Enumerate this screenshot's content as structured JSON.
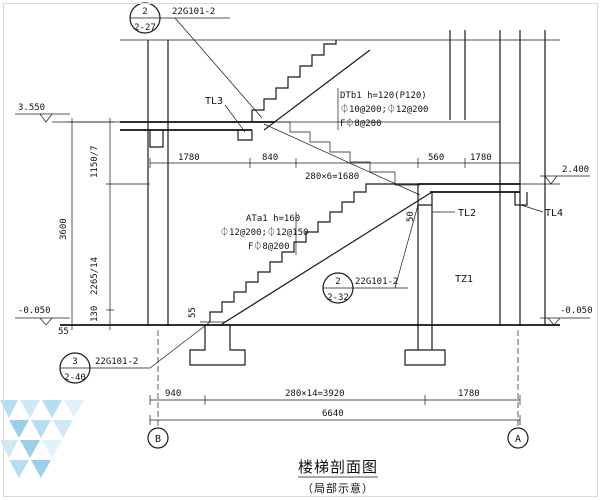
{
  "title": "楼梯剖面图",
  "subtitle": "（局部示意）",
  "axes": {
    "left": "B",
    "right": "A"
  },
  "levels": {
    "top": "3.550",
    "mid": "2.400",
    "bottom_left": "-0.050",
    "bottom_right": "-0.050"
  },
  "detail_refs": [
    {
      "num": "2",
      "sheet": "2-27",
      "code": "22G101-2"
    },
    {
      "num": "2",
      "sheet": "2-32",
      "code": "22G101-2"
    },
    {
      "num": "3",
      "sheet": "2-40",
      "code": "22G101-2"
    }
  ],
  "beams": {
    "tl3": "TL3",
    "tl2": "TL2",
    "tl4": "TL4",
    "tz1": "TZ1"
  },
  "upper_flight": {
    "line1": "DTb1 h=120(P120)",
    "line2": "⏀10@200;⏀12@200",
    "line3": "F⏀8@200"
  },
  "lower_flight": {
    "line1": "ATa1 h=160",
    "line2": "⏀12@200;⏀12@150",
    "line3": "F⏀8@200"
  },
  "dims": {
    "d1780a": "1780",
    "d840": "840",
    "d560": "560",
    "d1780b": "1780",
    "d_steps_upper": "280×6=1680",
    "d940": "940",
    "d_steps_lower": "280×14=3920",
    "d1780c": "1780",
    "d6640": "6640",
    "v1150": "1150/7",
    "v2265": "2265/14",
    "v3600": "3600",
    "v130": "130",
    "v55a": "55",
    "v55b": "55",
    "v50": "50"
  }
}
